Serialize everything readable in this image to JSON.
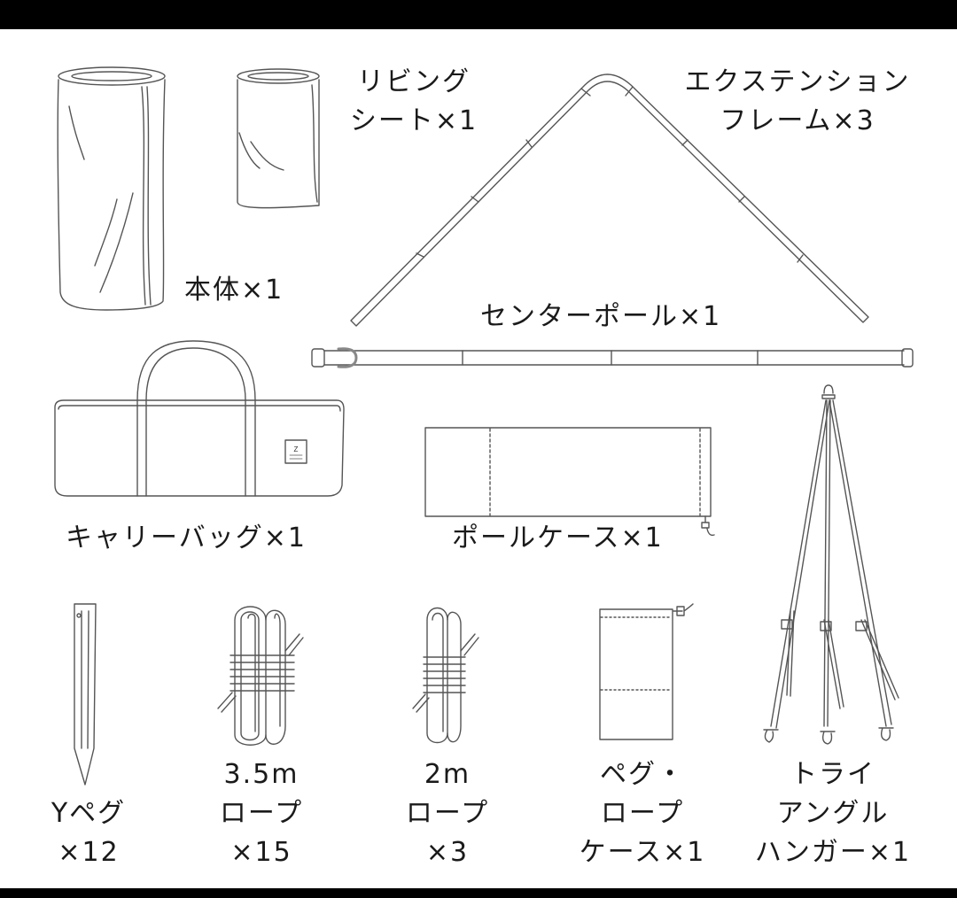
{
  "title": "Tent package contents",
  "items": [
    {
      "id": "body",
      "label_lines": [
        "本体×1"
      ],
      "icon": "rolled-tent-body-icon"
    },
    {
      "id": "living-sheet",
      "label_lines": [
        "リビング",
        "シート×1"
      ],
      "icon": "rolled-sheet-icon"
    },
    {
      "id": "extension-frame",
      "label_lines": [
        "エクステンション",
        "フレーム×3"
      ],
      "icon": "bent-frame-pole-icon"
    },
    {
      "id": "center-pole",
      "label_lines": [
        "センターポール×1"
      ],
      "icon": "center-pole-icon"
    },
    {
      "id": "carry-bag",
      "label_lines": [
        "キャリーバッグ×1"
      ],
      "icon": "carry-bag-icon",
      "logo": "Z"
    },
    {
      "id": "pole-case",
      "label_lines": [
        "ポールケース×1"
      ],
      "icon": "pole-case-icon"
    },
    {
      "id": "triangle-hanger",
      "label_lines": [
        "トライ",
        "アングル",
        "ハンガー×1"
      ],
      "icon": "triangle-hanger-icon"
    },
    {
      "id": "y-peg",
      "label_lines": [
        "Yペグ",
        "×12"
      ],
      "icon": "y-peg-icon"
    },
    {
      "id": "rope-3-5m",
      "label_lines": [
        "3.5m",
        "ロープ",
        "×15"
      ],
      "icon": "rope-coil-icon"
    },
    {
      "id": "rope-2m",
      "label_lines": [
        "2m",
        "ロープ",
        "×3"
      ],
      "icon": "rope-coil-small-icon"
    },
    {
      "id": "peg-rope-case",
      "label_lines": [
        "ペグ・",
        "ロープ",
        "ケース×1"
      ],
      "icon": "drawstring-bag-icon"
    }
  ],
  "colors": {
    "frame": "#000000",
    "background": "#ffffff",
    "line": "#555555",
    "text": "#1a1a1a"
  }
}
